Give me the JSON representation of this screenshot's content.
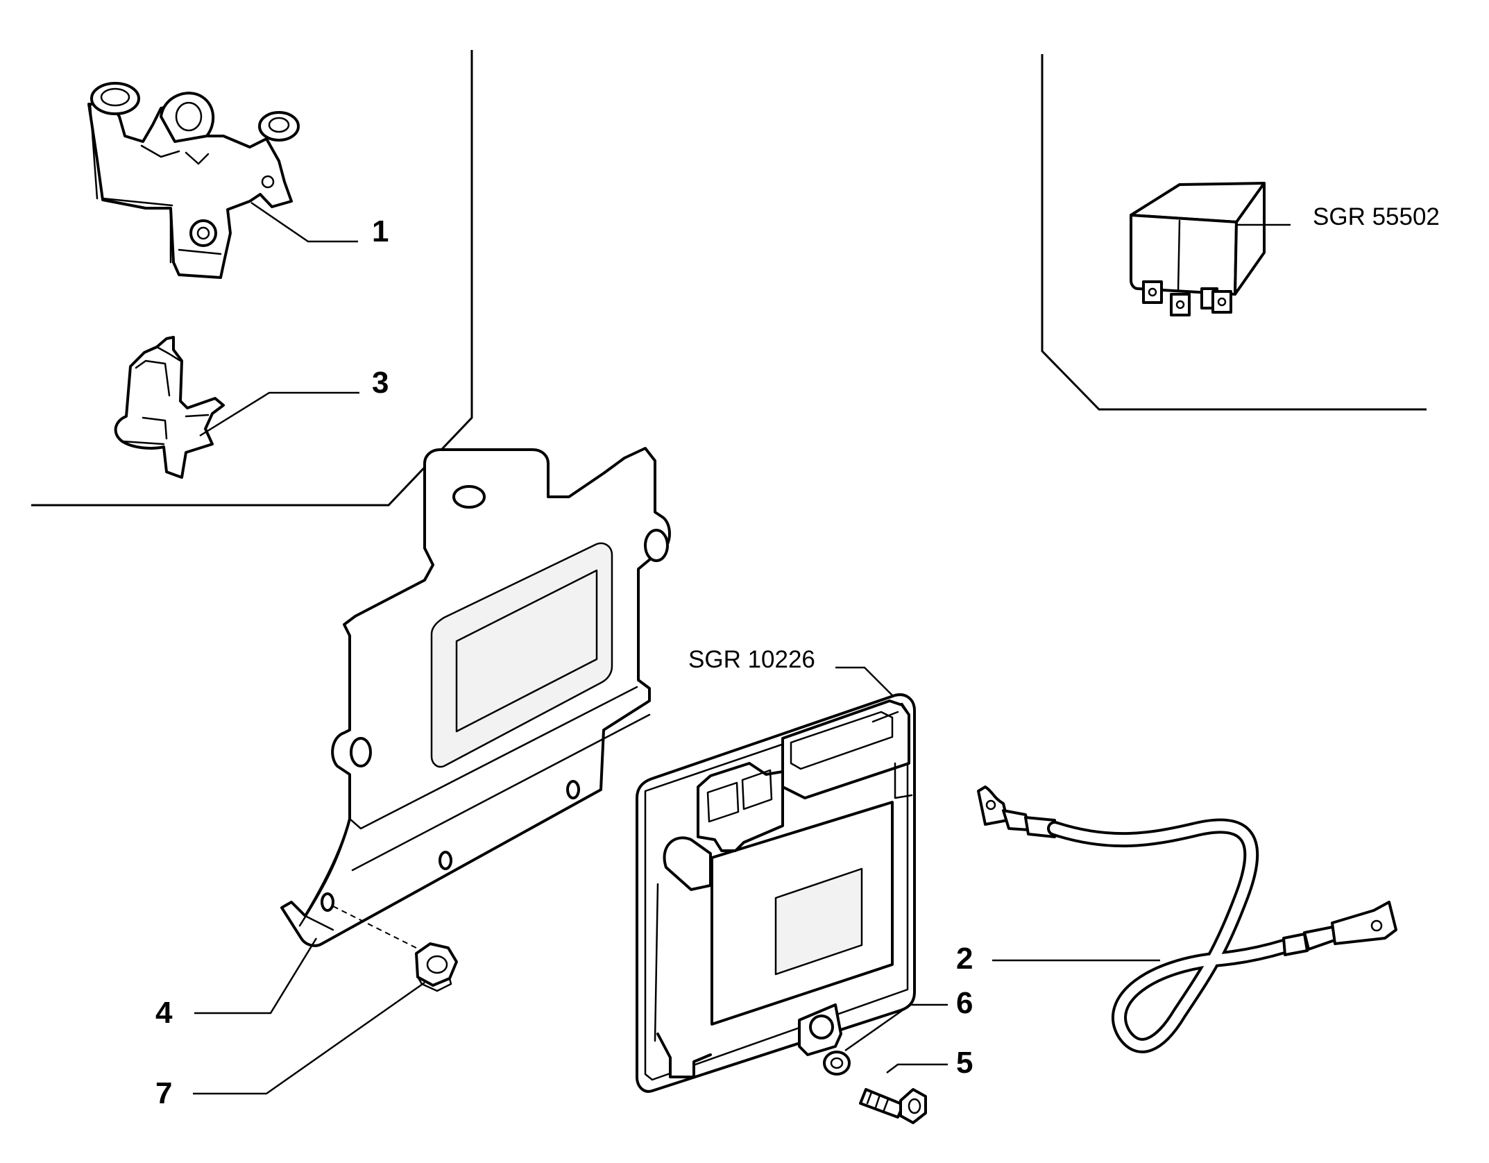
{
  "callouts": {
    "c1": "1",
    "c2": "2",
    "c3": "3",
    "c4": "4",
    "c5": "5",
    "c6": "6",
    "c7": "7"
  },
  "references": {
    "relay": "SGR 55502",
    "ecu": "SGR 10226"
  }
}
